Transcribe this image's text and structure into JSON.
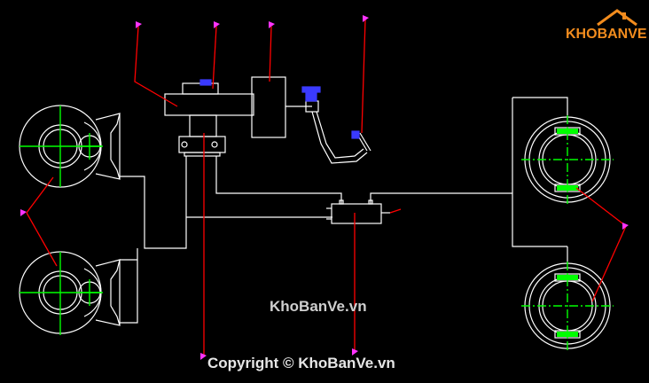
{
  "colors": {
    "background": "#000000",
    "line": "#ffffff",
    "centerline": "#00ff00",
    "leader": "#ff0000",
    "marker": "#ff33ff",
    "accent": "#3a3aff",
    "logo": "#f28c1e"
  },
  "watermark": {
    "center_text": "KhoBanVe.vn",
    "copyright_text": "Copyright © KhoBanVe.vn"
  },
  "logo": {
    "part1": "KHO",
    "part2": "BANVE",
    "icon": "house-roof-icon"
  }
}
